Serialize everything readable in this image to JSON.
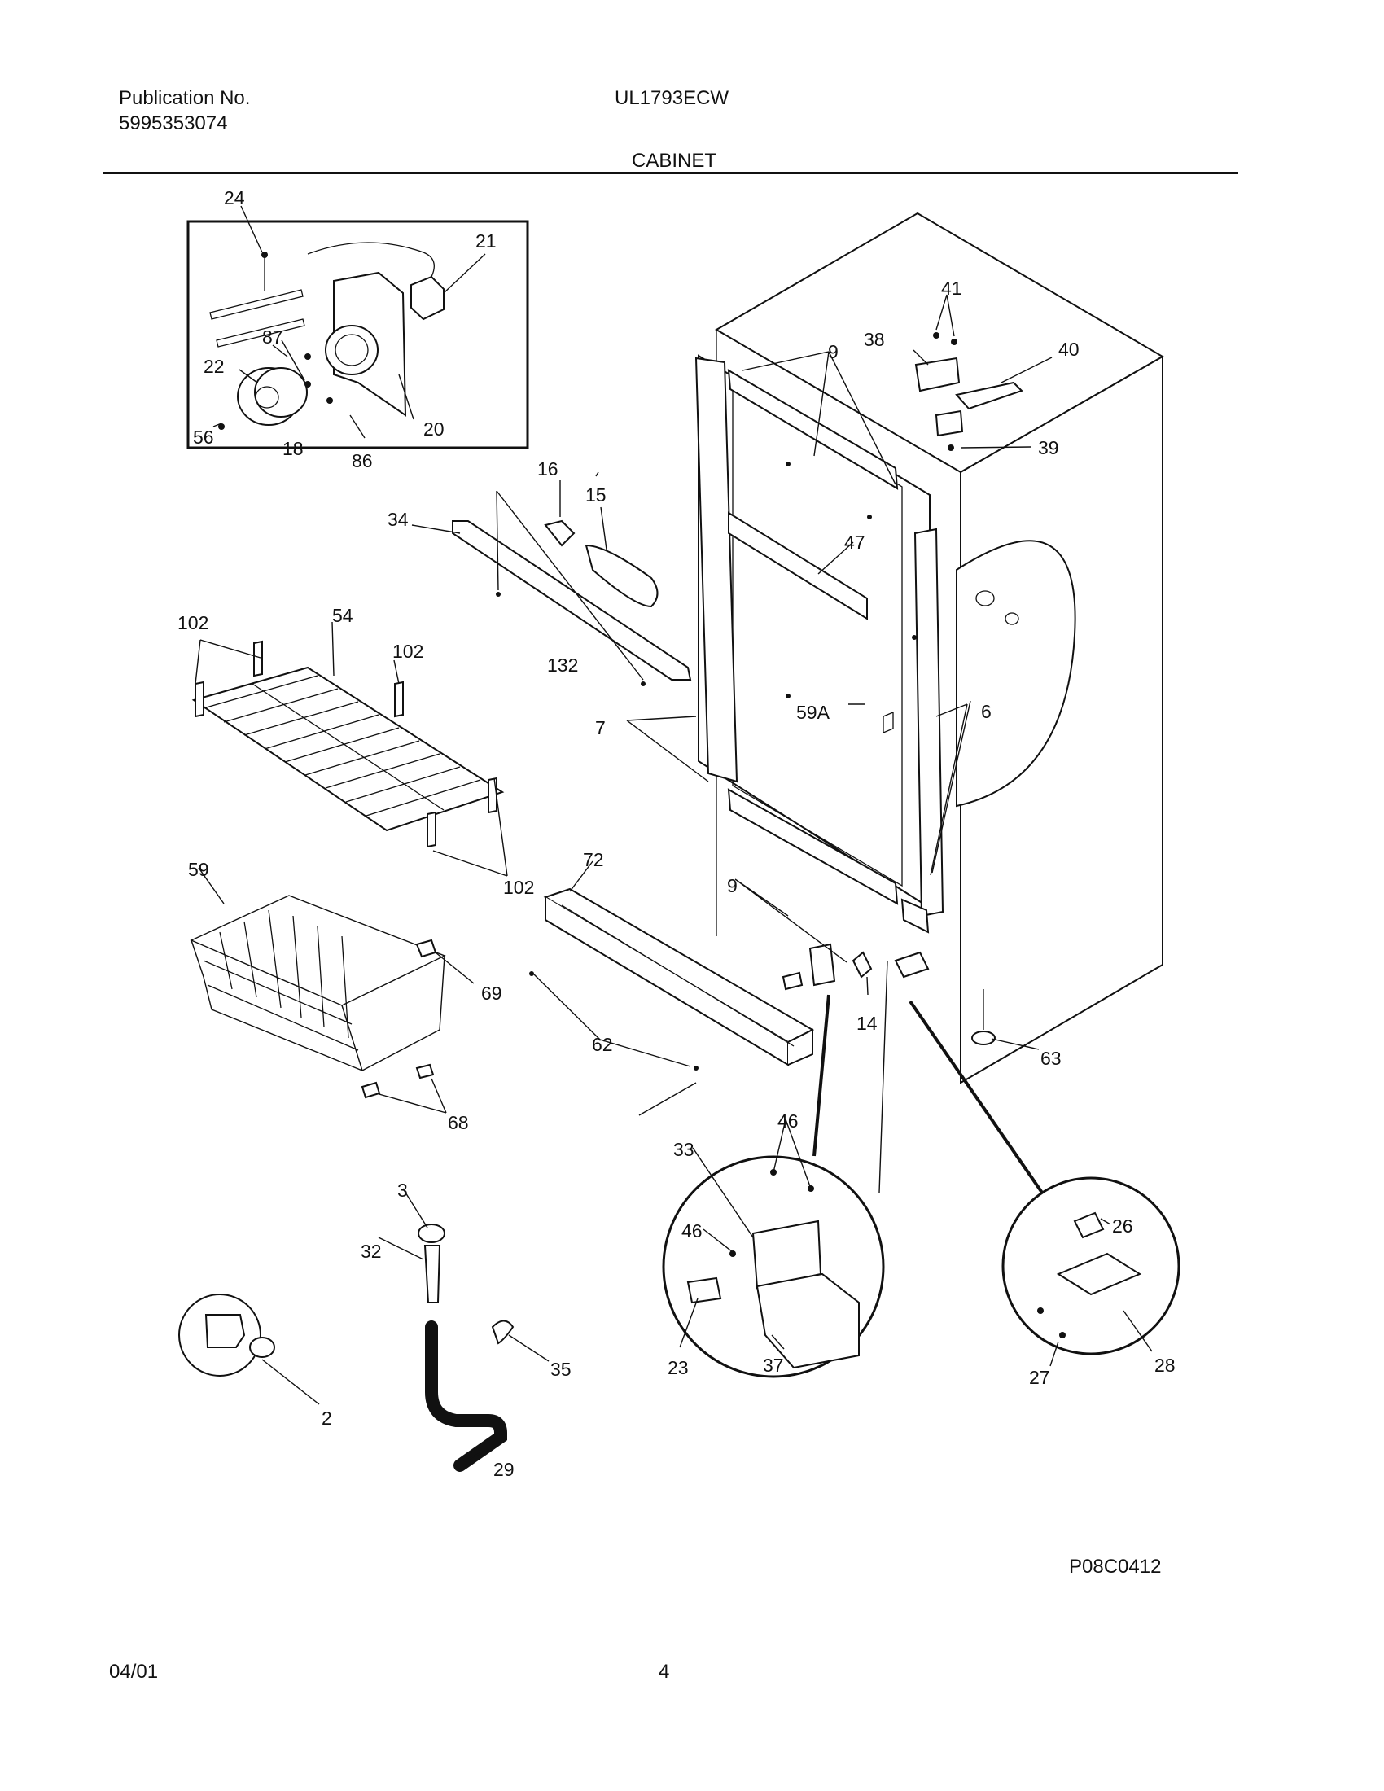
{
  "header": {
    "publication_label": "Publication No.",
    "publication_number": "5995353074",
    "model": "UL1793ECW",
    "section": "CABINET"
  },
  "footer": {
    "drawing_code": "P08C0412",
    "date": "04/01",
    "page": "4"
  },
  "callouts": [
    "24",
    "21",
    "87",
    "22",
    "20",
    "56",
    "18",
    "86",
    "16",
    "15",
    "34",
    "41",
    "38",
    "40",
    "9",
    "39",
    "47",
    "102",
    "54",
    "132",
    "7",
    "59A",
    "6",
    "72",
    "59",
    "69",
    "14",
    "62",
    "63",
    "68",
    "46",
    "33",
    "3",
    "32",
    "26",
    "23",
    "37",
    "27",
    "28",
    "2",
    "35",
    "29"
  ]
}
